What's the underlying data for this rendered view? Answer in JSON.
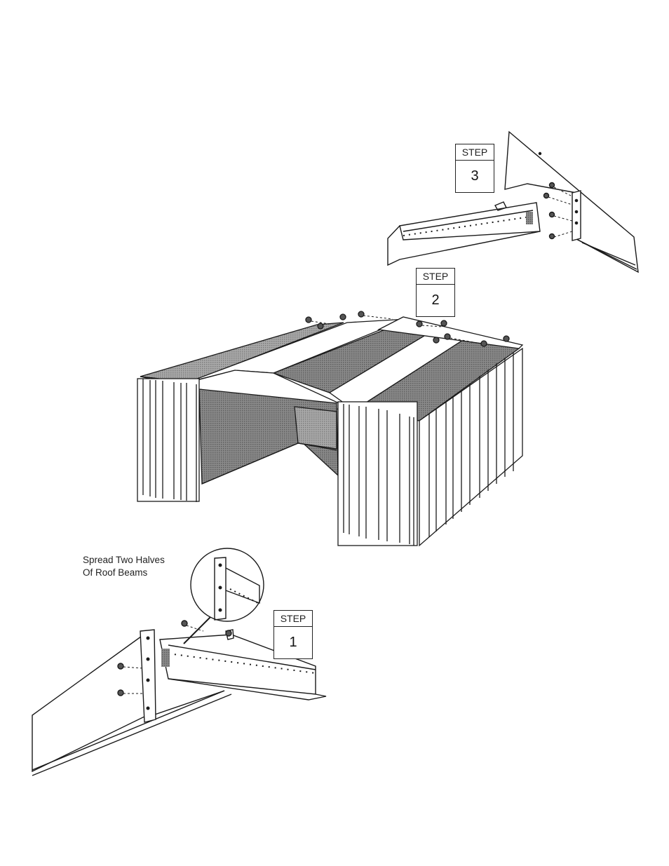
{
  "note": "Spread Two Halves\nOf Roof Beams",
  "steps": [
    {
      "label": "STEP",
      "number": "3"
    },
    {
      "label": "STEP",
      "number": "2"
    },
    {
      "label": "STEP",
      "number": "1"
    }
  ]
}
